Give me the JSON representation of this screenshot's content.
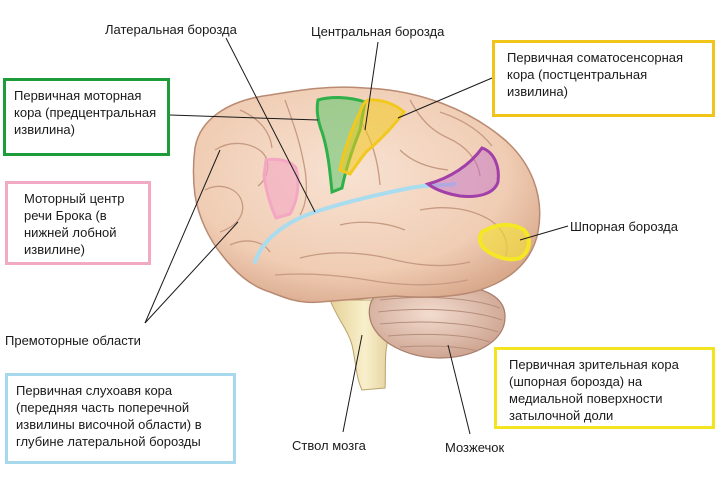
{
  "labels": {
    "lateral_sulcus": "Латеральная борозда",
    "central_sulcus": "Центральная борозда",
    "calcarine_sulcus": "Шпорная борозда",
    "premotor_areas": "Премоторные области",
    "brainstem": "Ствол мозга",
    "cerebellum": "Мозжечок"
  },
  "boxes": {
    "motor": {
      "lines": [
        "Первичная моторная",
        "кора (предцентральная",
        "извилина)"
      ],
      "color": "#1e9c3a"
    },
    "broca": {
      "lines": [
        "Моторный центр",
        "речи Брока (в",
        "нижней лобной",
        "извилине)"
      ],
      "color": "#f1a9c4"
    },
    "auditory": {
      "lines": [
        "Первичная слухоавя кора",
        "(передняя часть поперечной",
        "извилины височной области) в",
        "глубине латеральной борозды"
      ],
      "color": "#a8d8ec"
    },
    "somatosensory": {
      "lines": [
        "Первичная соматосенсорная",
        "кора (постцентральная",
        "извилина)"
      ],
      "color": "#f0c419"
    },
    "visual": {
      "lines": [
        "Первичная зрительная кора",
        "(шпорная борозда) на",
        "медиальной поверхности",
        "затылочной доли"
      ],
      "color": "#f2e420"
    }
  },
  "region_colors": {
    "motor_cortex": "#2fb04a",
    "somatosensory_cortex": "#f2c81e",
    "broca_area": "#f4a7c3",
    "auditory_cortex": "#a9dcef",
    "visual_cortex": "#f5e626",
    "purple_area": "#a040a8",
    "brain_tissue": "#f3d2bb",
    "brainstem": "#f4e6b8",
    "cerebellum": "#e8c8b8"
  }
}
